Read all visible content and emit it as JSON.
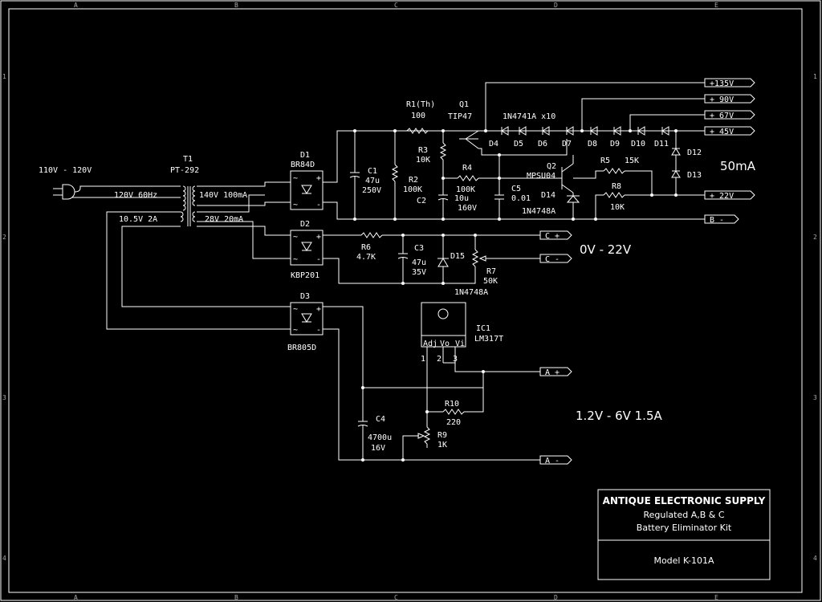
{
  "grid": {
    "cols": [
      "A",
      "B",
      "C",
      "D",
      "E"
    ],
    "rows": [
      "1",
      "2",
      "3",
      "4"
    ]
  },
  "labels": {
    "input_voltage": "110V - 120V",
    "t1": "T1",
    "t1_part": "PT-292",
    "t1_primary": "120V 60Hz",
    "t1_sec1": "140V 100mA",
    "t1_sec2": "28V  20mA",
    "t1_sec3": "10.5V 2A",
    "d1": "D1",
    "d1_part": "BR84D",
    "d2": "D2",
    "d2_part": "KBP201",
    "d3": "D3",
    "d3_part": "BR805D",
    "c1": "C1",
    "c1_val": "47u",
    "c1_volt": "250V",
    "r1": "R1(Th)",
    "r1_val": "100",
    "q1": "Q1",
    "q1_part": "TIP47",
    "r2": "R2",
    "r2_val": "100K",
    "r3": "R3",
    "r3_val": "10K",
    "r4": "R4",
    "r4_val": "100K",
    "c2": "C2",
    "c2_val": "10u",
    "c2_volt": "160V",
    "c5": "C5",
    "c5_val": "0.01",
    "zener_chain": "1N4741A  x10",
    "d4": "D4",
    "d5": "D5",
    "d6": "D6",
    "d7": "D7",
    "d8": "D8",
    "d9": "D9",
    "d10": "D10",
    "d11": "D11",
    "d12": "D12",
    "d13": "D13",
    "q2": "Q2",
    "q2_part": "MPSU04",
    "d14": "D14",
    "d14_part": "1N4748A",
    "r5": "R5",
    "r5_val": "15K",
    "r8": "R8",
    "r8_val": "10K",
    "current_note": "50mA",
    "r6": "R6",
    "r6_val": "4.7K",
    "c3": "C3",
    "c3_val": "47u",
    "c3_volt": "35V",
    "d15": "D15",
    "d15_part": "1N4748A",
    "r7": "R7",
    "r7_val": "50K",
    "c_range": "0V - 22V",
    "ic1": "IC1",
    "ic1_part": "LM317T",
    "ic1_adj": "Adj",
    "ic1_vo": "Vo",
    "ic1_vi": "Vi",
    "ic1_p1": "1",
    "ic1_p2": "2",
    "ic1_p3": "3",
    "r10": "R10",
    "r10_val": "220",
    "c4": "C4",
    "c4_val": "4700u",
    "c4_volt": "16V",
    "r9": "R9",
    "r9_val": "1K",
    "a_range": "1.2V - 6V  1.5A"
  },
  "outputs": {
    "b135": "+135V",
    "b90": "+ 90V",
    "b67": "+ 67V",
    "b45": "+ 45V",
    "b22": "+ 22V",
    "bneg": "B -",
    "cpos": "C +",
    "cneg": "C -",
    "apos": "A +",
    "aneg": "A -"
  },
  "title_block": {
    "company": "ANTIQUE ELECTRONIC SUPPLY",
    "line1": "Regulated A,B & C",
    "line2": "Battery Eliminator Kit",
    "model": "Model  K-101A"
  }
}
